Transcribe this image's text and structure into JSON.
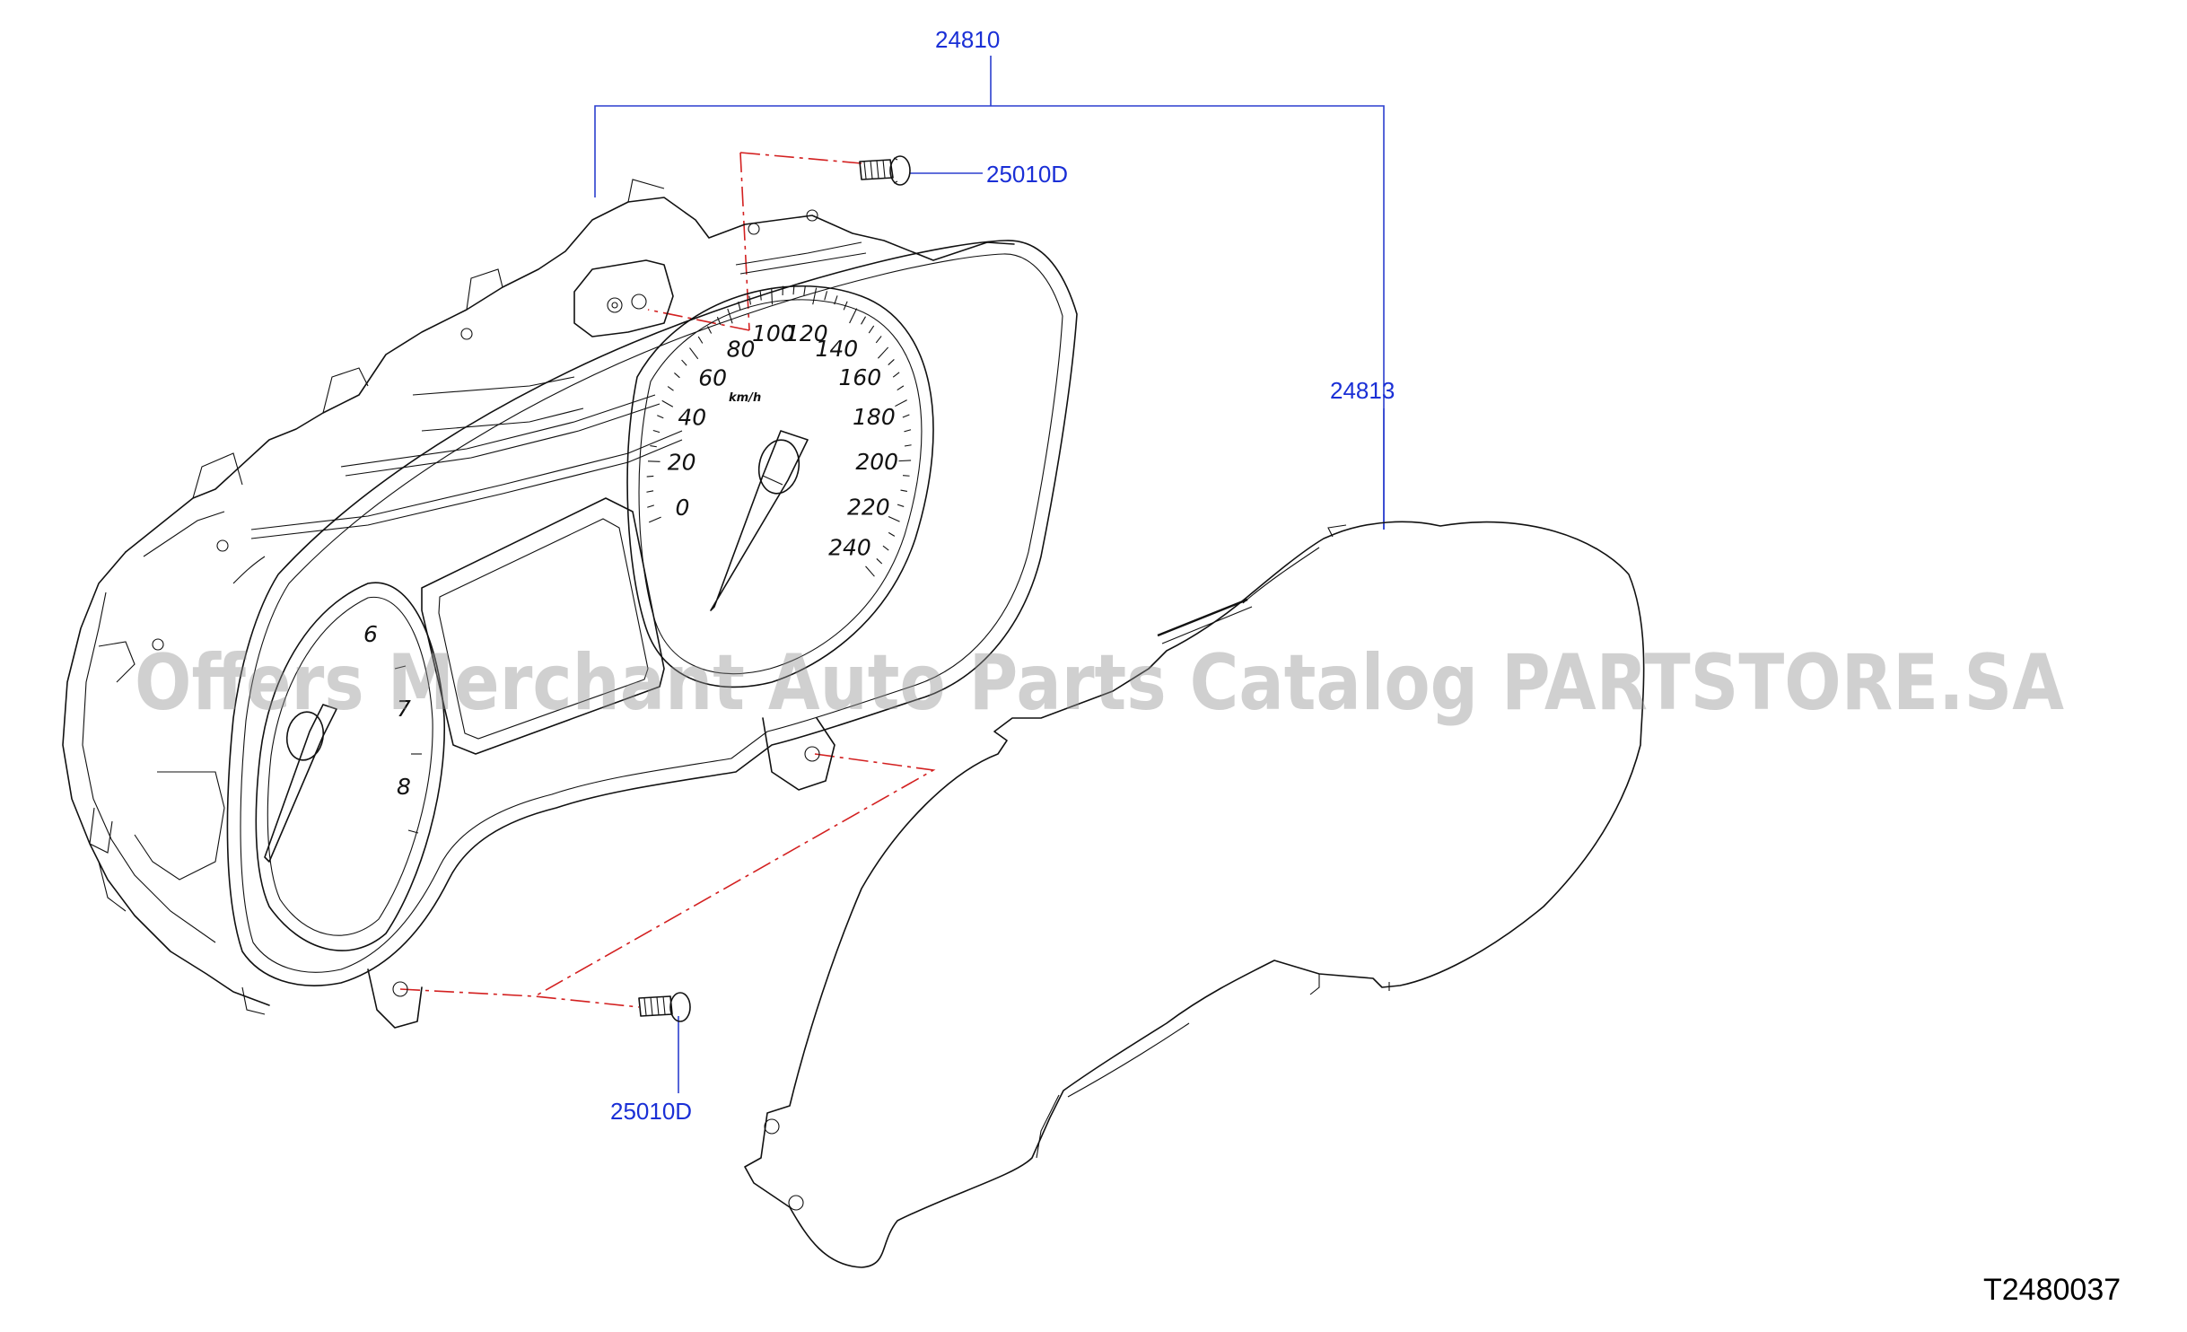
{
  "diagram": {
    "callouts": {
      "assembly": "24810",
      "screw_top": "25010D",
      "lens": "24813",
      "screw_bottom": "25010D"
    },
    "speedometer": {
      "unit": "km/h",
      "numbers": [
        "0",
        "20",
        "40",
        "60",
        "80",
        "100",
        "120",
        "140",
        "160",
        "180",
        "200",
        "220",
        "240"
      ]
    },
    "tachometer": {
      "numbers": [
        "6",
        "7",
        "8"
      ]
    },
    "drawing_code": "T2480037",
    "watermark": "Offers Merchant Auto Parts Catalog PARTSTORE.SA",
    "colors": {
      "callout_text": "#1a2fd6",
      "leader_line": "#2b3fcf",
      "centerline": "#d32020",
      "line_art": "#111111",
      "watermark": "#8f8f8f"
    }
  }
}
